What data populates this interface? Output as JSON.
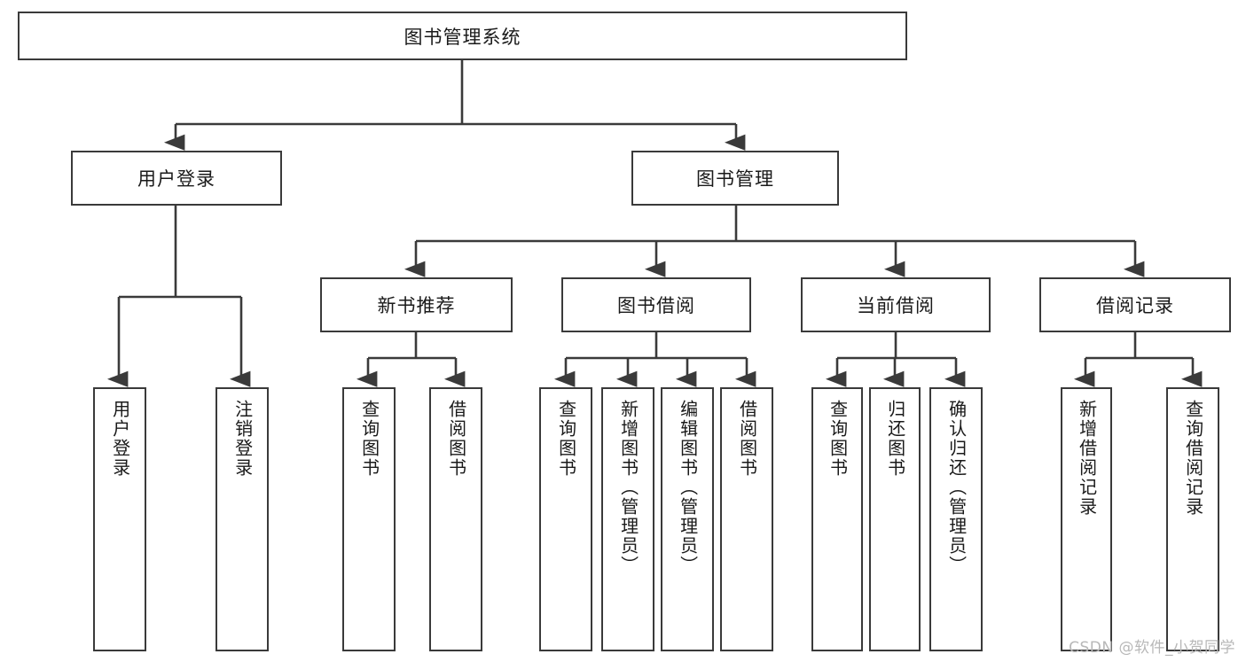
{
  "diagram": {
    "title": "图书管理系统",
    "type": "tree-hierarchy-chart",
    "watermark": "CSDN @软件_小贺同学",
    "colors": {
      "border": "#3a3a3a",
      "background": "#ffffff",
      "text": "#1a1a1a",
      "edge": "#3a3a3a",
      "watermark": "#b8b8b8"
    },
    "root": {
      "label": "图书管理系统"
    },
    "level2": [
      {
        "label": "用户登录"
      },
      {
        "label": "图书管理"
      }
    ],
    "level3": [
      {
        "label": "新书推荐"
      },
      {
        "label": "图书借阅"
      },
      {
        "label": "当前借阅"
      },
      {
        "label": "借阅记录"
      }
    ],
    "leaves": {
      "user_login": [
        {
          "label": "用户登录"
        },
        {
          "label": "注销登录"
        }
      ],
      "new_book_recommend": [
        {
          "label": "查询图书"
        },
        {
          "label": "借阅图书"
        }
      ],
      "book_borrow": [
        {
          "label": "查询图书"
        },
        {
          "label": "新增图书（管理员）"
        },
        {
          "label": "编辑图书（管理员）"
        },
        {
          "label": "借阅图书"
        }
      ],
      "current_borrow": [
        {
          "label": "查询图书"
        },
        {
          "label": "归还图书"
        },
        {
          "label": "确认归还（管理员）"
        }
      ],
      "borrow_record": [
        {
          "label": "新增借阅记录"
        },
        {
          "label": "查询借阅记录"
        }
      ]
    }
  }
}
